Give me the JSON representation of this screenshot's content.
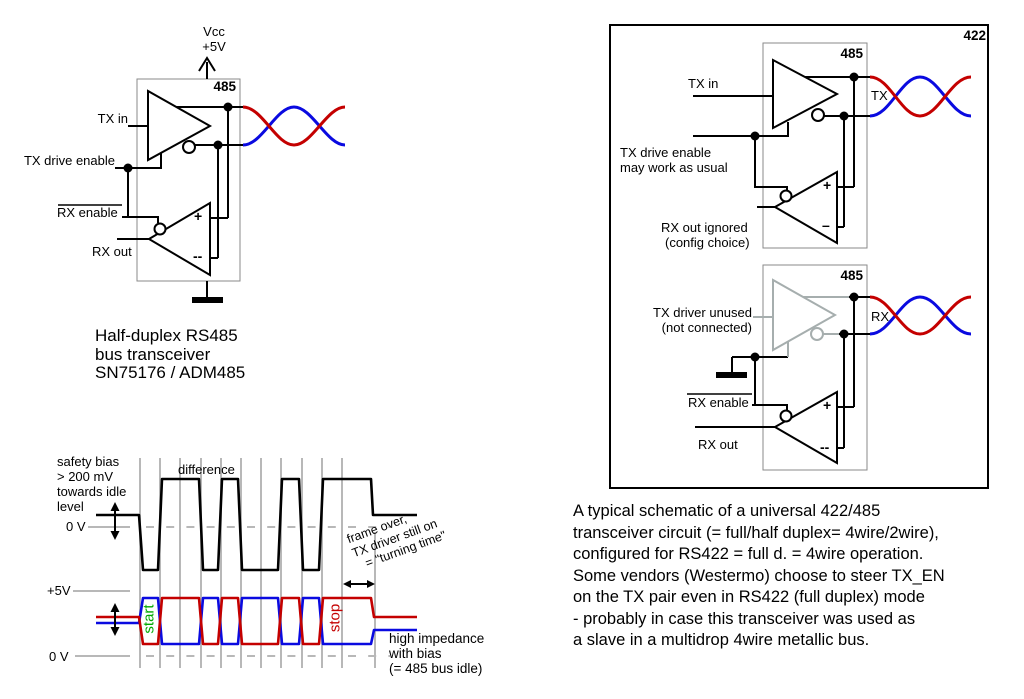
{
  "colors": {
    "red": "#c40000",
    "blue": "#0a0ae0",
    "green": "#00a800",
    "grid": "#b8b8b8",
    "box_gray": "#8a8a8a",
    "unused_gray": "#a6aeae"
  },
  "left": {
    "vcc": "Vcc",
    "vcc_v": "+5V",
    "chip": "485",
    "tx_in": "TX in",
    "tx_drive_enable": "TX drive enable",
    "rx_enable": "RX enable",
    "rx_out": "RX out",
    "plus": "+",
    "minus": "--",
    "caption": [
      "Half-duplex RS485",
      "bus transceiver",
      "SN75176 / ADM485"
    ]
  },
  "right": {
    "frame_chip": "422",
    "top": {
      "chip": "485",
      "tx_in": "TX in",
      "enable": [
        "TX drive enable",
        "may work as usual"
      ],
      "rx_note": [
        "RX out ignored",
        "(config choice)"
      ],
      "pair_label": "TX",
      "plus": "+",
      "minus": "–"
    },
    "bottom": {
      "chip": "485",
      "driver_note": [
        "TX driver unused",
        "(not connected)"
      ],
      "rx_enable": "RX enable",
      "rx_out": "RX out",
      "pair_label": "RX",
      "plus": "+",
      "minus": "--"
    },
    "caption": [
      "A typical schematic of a universal 422/485",
      "transceiver circuit (= full/half duplex= 4wire/2wire),",
      "configured for RS422 = full d. = 4wire operation.",
      "Some vendors (Westermo) choose to steer TX_EN",
      "on the TX pair even in RS422 (full duplex) mode",
      "- probably in case this transceiver was used as",
      "a slave in a multidrop 4wire metallic bus."
    ]
  },
  "waveform": {
    "bias_note": [
      "safety bias",
      "> 200 mV",
      "towards idle",
      "level"
    ],
    "zero_top": "0 V",
    "plus5": "+5V",
    "zero_bottom": "0 V",
    "difference": "difference",
    "start": "start",
    "stop": "stop",
    "turning_note": [
      "frame over,",
      "TX driver still on",
      "= \"turning time\""
    ],
    "idle_note": [
      "high impedance",
      "with bias",
      "(= 485 bus idle)"
    ],
    "uart_frame": {
      "start_bit": 0,
      "data_bits": [
        1,
        1,
        0,
        1,
        0,
        0,
        1,
        0
      ],
      "stop_bit": 1
    }
  }
}
